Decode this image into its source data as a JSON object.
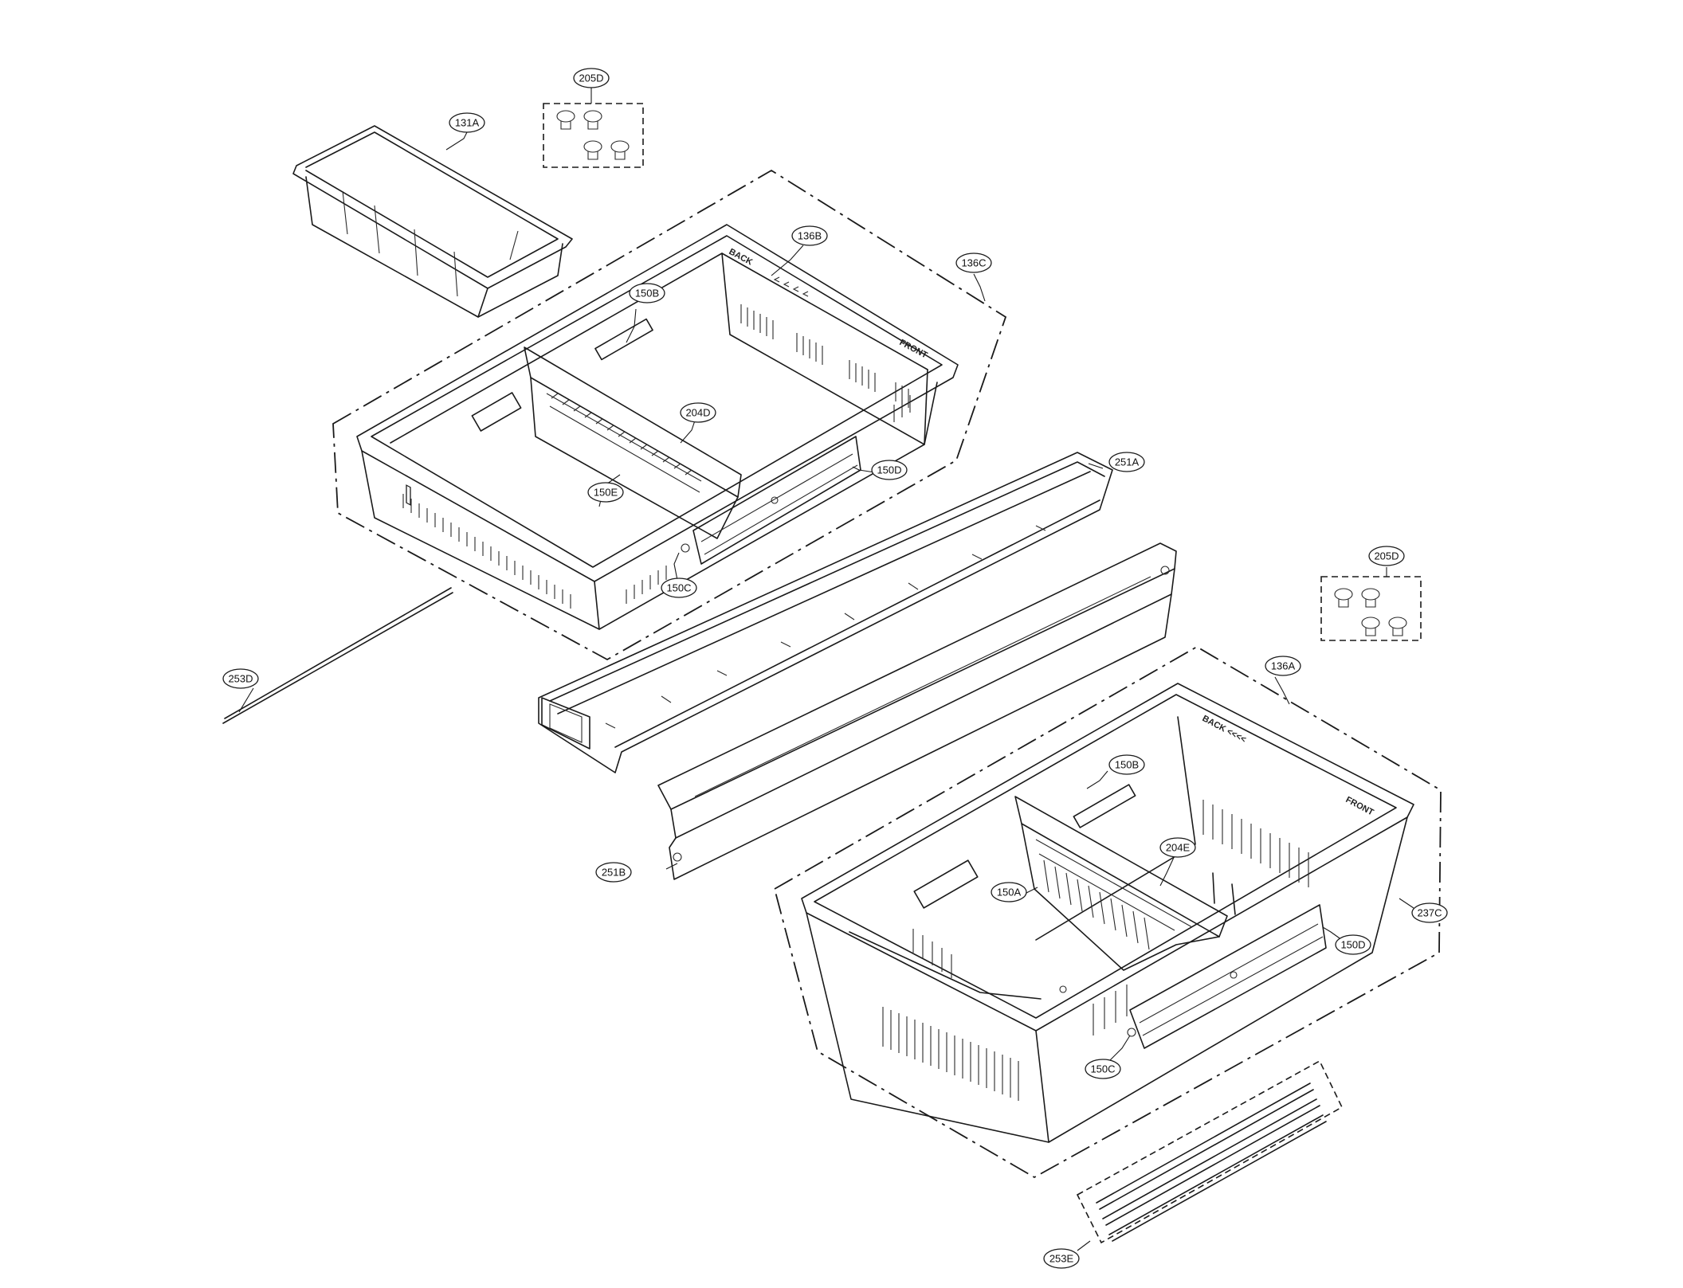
{
  "diagram": {
    "labels": {
      "l_205D_top": "205D",
      "l_131A": "131A",
      "l_136B": "136B",
      "l_136C": "136C",
      "l_150B_top": "150B",
      "l_204D": "204D",
      "l_150D_top": "150D",
      "l_150E": "150E",
      "l_150C_top": "150C",
      "l_251A": "251A",
      "l_253D": "253D",
      "l_205D_right": "205D",
      "l_136A": "136A",
      "l_251B": "251B",
      "l_150B_bottom": "150B",
      "l_204E": "204E",
      "l_150A": "150A",
      "l_237C": "237C",
      "l_150D_bottom": "150D",
      "l_150C_bottom": "150C",
      "l_253E": "253E"
    },
    "embossed": {
      "back_top": "BACK",
      "front_top": "FRONT",
      "back_bottom": "BACK <<<<",
      "front_bottom": "FRONT"
    }
  }
}
